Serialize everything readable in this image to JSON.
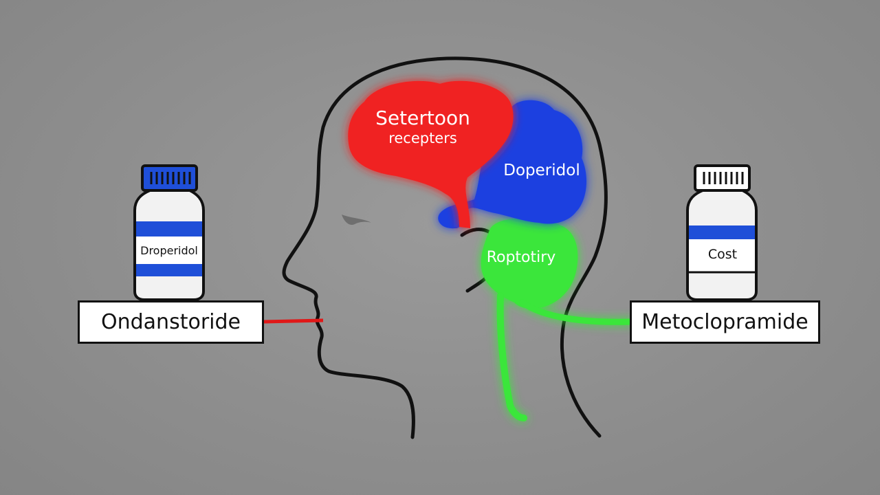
{
  "left_drug": {
    "bottle_label": "Droperidol",
    "name": "Ondanstoride",
    "cap_color": "#1f4fd8",
    "stripe_color": "#1f4fd8",
    "connector_color": "#e01818"
  },
  "right_drug": {
    "bottle_label": "Cost",
    "name": "Metoclopramide",
    "cap_color": "#ffffff",
    "stripe_color": "#1f4fd8",
    "connector_color": "#3ee83a"
  },
  "regions": {
    "red": {
      "title": "Setertoon",
      "subtitle": "recepters",
      "color": "#f02020"
    },
    "blue": {
      "title": "Doperidol",
      "color": "#1a3fe0"
    },
    "green": {
      "title": "Roptotiry",
      "color": "#3ae63a"
    }
  },
  "colors": {
    "background": "#8c8c8c",
    "outline": "#111111"
  }
}
